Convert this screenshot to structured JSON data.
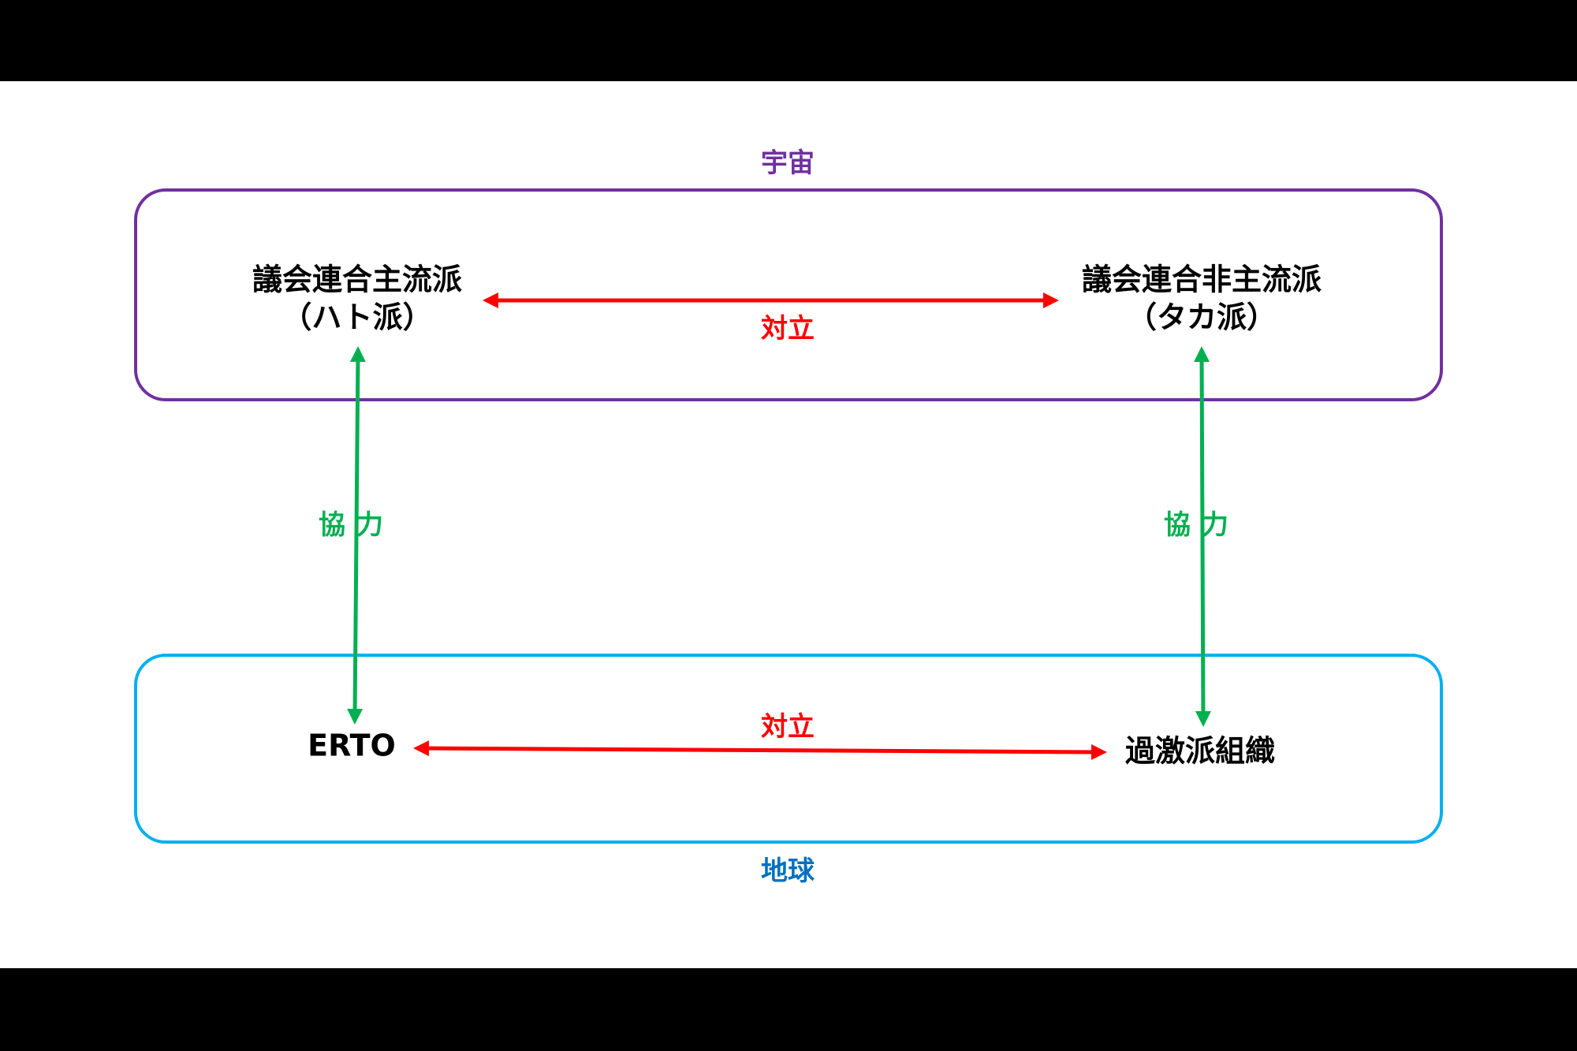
{
  "colors": {
    "space": "#7030a0",
    "earth": "#0070c0",
    "earth_border": "#00b0f0",
    "conflict": "#ff0000",
    "cooperate": "#00b050"
  },
  "space_label": "宇宙",
  "earth_label": "地球",
  "nodes": {
    "dove": {
      "line1": "議会連合主流派",
      "line2": "（ハト派）"
    },
    "hawk": {
      "line1": "議会連合非主流派",
      "line2": "（タカ派）"
    },
    "erto": "ERTO",
    "extremist": "過激派組織"
  },
  "relations": {
    "top_conflict": "対立",
    "bottom_conflict": "対立",
    "left_cooperate": "協力",
    "right_cooperate": "協力"
  }
}
